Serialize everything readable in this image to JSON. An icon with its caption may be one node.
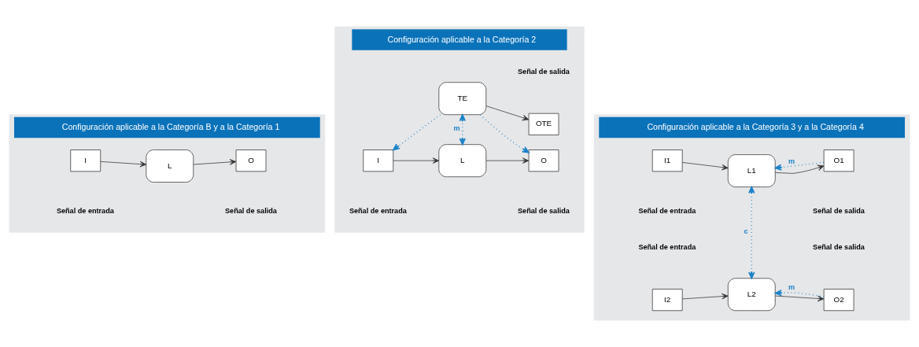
{
  "diagram": {
    "nodes": [
      {
        "text": [
          "Configuración aplicable a la Categoría B y a la Categoría 1"
        ]
      },
      {
        "text": [
          "I"
        ],
        "in": 0
      },
      {
        "text": [
          "L"
        ],
        "in": 0
      },
      {
        "text": [
          "O"
        ],
        "in": 0
      },
      {
        "text": [
          "Configuración aplicable a la Categoría 2"
        ]
      },
      {
        "text": [
          "I"
        ],
        "in": 4
      },
      {
        "text": [
          "L"
        ],
        "in": 4
      },
      {
        "text": [
          "O"
        ],
        "in": 4
      },
      {
        "text": [
          "TE"
        ],
        "in": 4
      },
      {
        "text": [
          "OTE"
        ],
        "in": 4
      },
      {
        "text": [
          "Configuración aplicable a la Categoría 3 y a la Categoría 4"
        ]
      },
      {
        "text": [
          "I1"
        ],
        "in": 10
      },
      {
        "text": [
          "L1"
        ],
        "in": 10
      },
      {
        "text": [
          "O1"
        ],
        "in": 10
      },
      {
        "text": [
          "I2"
        ],
        "in": 10
      },
      {
        "text": [
          "L2"
        ],
        "in": 10
      },
      {
        "text": [
          "O2"
        ],
        "in": 10
      }
    ],
    "edges": [
      {
        "from": 1,
        "to": 2,
        "arrow": "to"
      },
      {
        "from": 2,
        "to": 3,
        "arrow": "to"
      },
      {
        "from": 5,
        "to": 6,
        "arrow": "to"
      },
      {
        "from": 6,
        "to": 7,
        "arrow": "to"
      },
      {
        "from": 6,
        "to": 8,
        "arrow": "both",
        "label": "m",
        "style": "dashed",
        "color": "#1b82c8"
      },
      {
        "from": 8,
        "to": 5,
        "arrow": "to",
        "style": "dashed",
        "color": "#1b82c8"
      },
      {
        "from": 8,
        "to": 7,
        "arrow": "to",
        "style": "dashed",
        "color": "#1b82c8"
      },
      {
        "from": 8,
        "to": 9,
        "arrow": "to"
      },
      {
        "from": 11,
        "to": 12,
        "arrow": "to"
      },
      {
        "from": 12,
        "to": 13,
        "arrow": "to"
      },
      {
        "from": 13,
        "to": 12,
        "arrow": "to",
        "label": "m",
        "style": "dashed",
        "color": "#1b82c8"
      },
      {
        "from": 12,
        "to": 15,
        "arrow": "both",
        "label": "c",
        "style": "dashed",
        "color": "#1b82c8"
      },
      {
        "from": 14,
        "to": 15,
        "arrow": "to"
      },
      {
        "from": 15,
        "to": 16,
        "arrow": "to"
      },
      {
        "from": 16,
        "to": 15,
        "arrow": "to",
        "label": "m",
        "style": "dashed",
        "color": "#1b82c8"
      }
    ],
    "labels": [
      "Señal de entrada",
      "Señal de salida",
      "Señal de entrada",
      "Señal de salida",
      "Señal de salida",
      "Señal de entrada",
      "Señal de salida",
      "Señal de entrada",
      "Señal de salida"
    ]
  }
}
